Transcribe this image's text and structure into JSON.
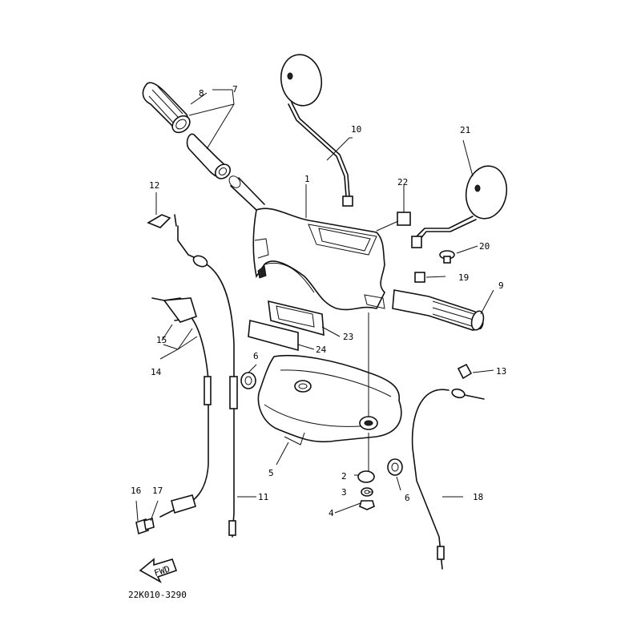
{
  "callouts": {
    "c1": "1",
    "c2": "2",
    "c3": "3",
    "c4": "4",
    "c5": "5",
    "c6a": "6",
    "c6b": "6",
    "c7": "7",
    "c8": "8",
    "c9": "9",
    "c10": "10",
    "c11": "11",
    "c12": "12",
    "c13": "13",
    "c14": "14",
    "c15": "15",
    "c16": "16",
    "c17": "17",
    "c18": "18",
    "c19": "19",
    "c20": "20",
    "c21": "21",
    "c22": "22",
    "c23": "23",
    "c24": "24"
  },
  "fwd_label": "FWD",
  "diagram_code": "22K010-3290"
}
